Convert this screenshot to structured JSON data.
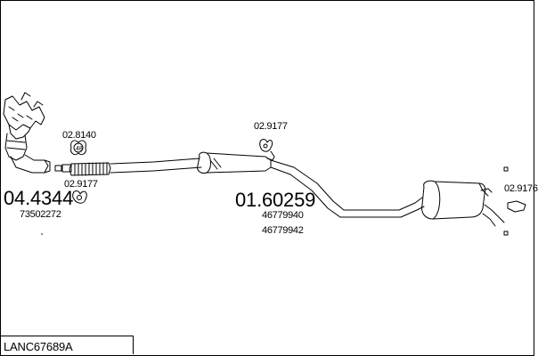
{
  "diagram": {
    "code": "LANC67689A",
    "labels": {
      "catalyst_ref": "04.4344",
      "catalyst_oem": "73502272",
      "clamp_ref_top": "02.8140",
      "clamp_badge": "48",
      "gasket_ref_left": "02.9177",
      "hanger_ref_mid": "02.9177",
      "middle_ref": "01.60259",
      "middle_oem_1": "46779940",
      "middle_oem_2": "46779942",
      "rear_hanger_ref": "02.9176"
    }
  }
}
